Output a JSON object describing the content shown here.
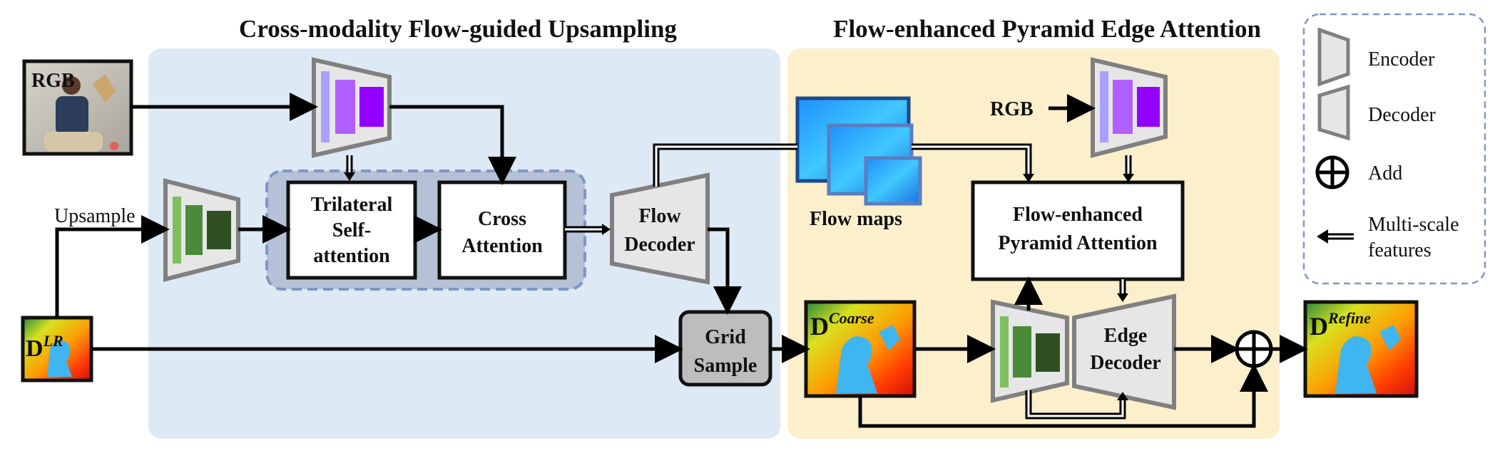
{
  "titles": {
    "left": "Cross-modality Flow-guided Upsampling",
    "right": "Flow-enhanced Pyramid Edge Attention"
  },
  "inputs": {
    "rgb_image": "RGB",
    "upsample": "Upsample",
    "rgb_text": "RGB",
    "d_lr_base": "D",
    "d_lr_sup": "LR"
  },
  "blocks": {
    "trilateral_1": "Trilateral",
    "trilateral_2": "Self-",
    "trilateral_3": "attention",
    "cross_1": "Cross",
    "cross_2": "Attention",
    "flow_decoder_1": "Flow",
    "flow_decoder_2": "Decoder",
    "grid_sample_1": "Grid",
    "grid_sample_2": "Sample",
    "flow_maps": "Flow maps",
    "pyramid_1": "Flow-enhanced",
    "pyramid_2": "Pyramid Attention",
    "edge_decoder_1": "Edge",
    "edge_decoder_2": "Decoder"
  },
  "outputs": {
    "coarse_base": "D",
    "coarse_sup": "Coarse",
    "refine_base": "D",
    "refine_sup": "Refine"
  },
  "legend": {
    "encoder": "Encoder",
    "decoder": "Decoder",
    "add": "Add",
    "multiscale_1": "Multi-scale",
    "multiscale_2": "features"
  },
  "colors": {
    "left_panel": "#dde9f4",
    "right_panel": "#fcefcc",
    "self_attn_group": "#b4c1d6",
    "green_light": "#7fbf5f",
    "green_mid": "#4a8a3a",
    "green_dark": "#2e5022",
    "purple_light": "#a8a0ff",
    "purple_mid": "#b060ff",
    "purple_dark": "#9400ff"
  }
}
